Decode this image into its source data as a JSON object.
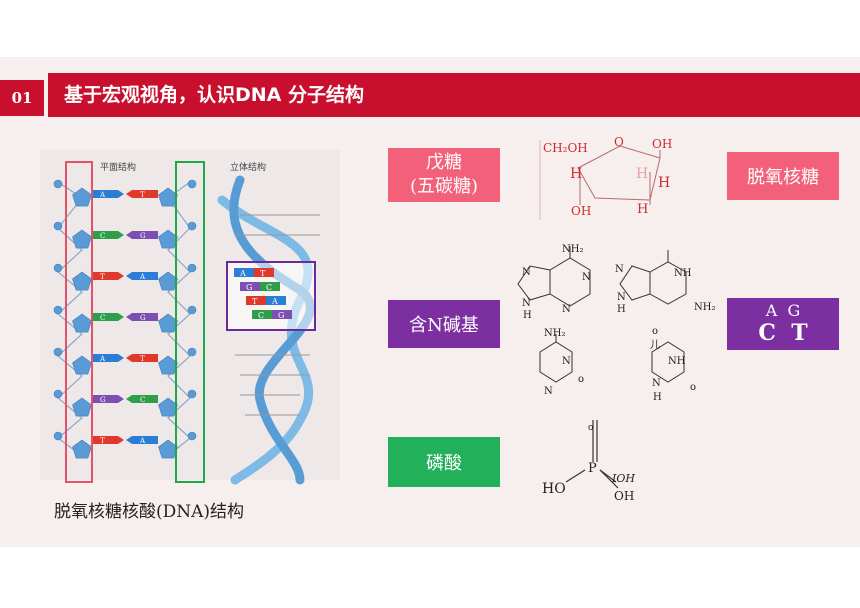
{
  "slide": {
    "number": "01",
    "title": "基于宏观视角，认识DNA 分子结构"
  },
  "figure": {
    "plane_label": "平面结构",
    "stereo_label": "立体结构",
    "caption": "脱氧核糖核酸(DNA)结构",
    "ladder_rungs": [
      {
        "left": "A",
        "right": "T",
        "left_color": "#2a7ed6",
        "right_color": "#e0392b"
      },
      {
        "left": "C",
        "right": "G",
        "left_color": "#2f9e4b",
        "right_color": "#7e4fb3"
      },
      {
        "left": "T",
        "right": "A",
        "left_color": "#e0392b",
        "right_color": "#2a7ed6"
      },
      {
        "left": "C",
        "right": "G",
        "left_color": "#2f9e4b",
        "right_color": "#7e4fb3"
      },
      {
        "left": "A",
        "right": "T",
        "left_color": "#2a7ed6",
        "right_color": "#e0392b"
      },
      {
        "left": "G",
        "right": "C",
        "left_color": "#7e4fb3",
        "right_color": "#2f9e4b"
      },
      {
        "left": "T",
        "right": "A",
        "left_color": "#e0392b",
        "right_color": "#2a7ed6"
      }
    ],
    "helix_pairs": [
      {
        "left": "A",
        "right": "T"
      },
      {
        "left": "G",
        "right": "C"
      },
      {
        "left": "T",
        "right": "A"
      },
      {
        "left": "C",
        "right": "G"
      }
    ]
  },
  "sugar": {
    "label_line1": "戊糖",
    "label_line2": "(五碳糖)",
    "name": "脱氧核糖",
    "atoms": {
      "ch2oh": "CH₂OH",
      "o": "O",
      "oh_top": "OH",
      "h": "H",
      "oh_bottom": "OH"
    }
  },
  "base": {
    "label": "含N碱基",
    "letters_top": "A  G",
    "letters_bottom": "C  T",
    "atoms": {
      "n": "N",
      "nh2": "NH₂",
      "h": "H",
      "nh": "NH",
      "o": "o",
      "ji": "儿"
    }
  },
  "phosphate": {
    "label": "磷酸",
    "atoms": {
      "p": "P",
      "o": "o",
      "ho": "HO",
      "ioh": "IOH",
      "oh": "OH"
    }
  },
  "colors": {
    "title_red": "#c8102e",
    "pink": "#f2607a",
    "purple": "#7b2fa0",
    "green": "#22b05a",
    "atom_red": "#d12b2b"
  }
}
